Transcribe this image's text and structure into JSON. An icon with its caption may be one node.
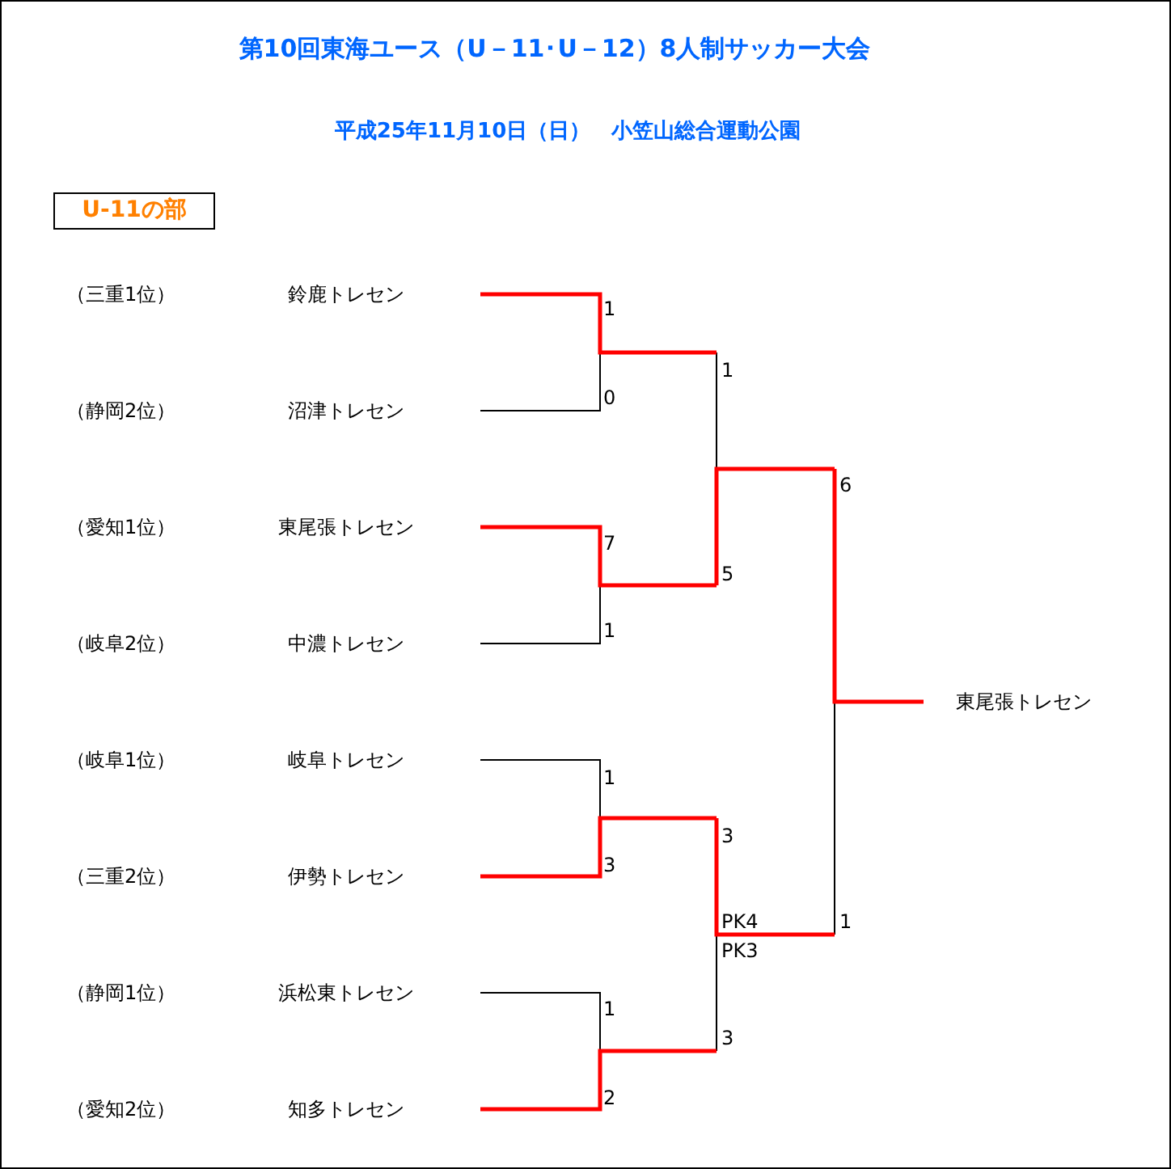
{
  "diagram": {
    "title": "第10回東海ユース（U－11･U－12）8人制サッカー大会",
    "nodes": [
      {
        "text": [
          "U-11の部"
        ]
      },
      {
        "text": [
          "鈴鹿トレセン"
        ]
      },
      {
        "text": [
          "沼津トレセン"
        ]
      },
      {
        "text": [
          "東尾張トレセン"
        ]
      },
      {
        "text": [
          "中濃トレセン"
        ]
      },
      {
        "text": [
          "岐阜トレセン"
        ]
      },
      {
        "text": [
          "伊勢トレセン"
        ]
      },
      {
        "text": [
          "浜松東トレセン"
        ]
      },
      {
        "text": [
          "知多トレセン"
        ]
      },
      {
        "text": [
          "東尾張トレセン"
        ]
      }
    ],
    "labels": [
      "平成25年11月10日（日）　小笠山総合運動公園",
      "（三重1位）",
      "（静岡2位）",
      "（愛知1位）",
      "（岐阜2位）",
      "（岐阜1位）",
      "（三重2位）",
      "（静岡1位）",
      "（愛知2位）",
      "1",
      "1",
      "0",
      "6",
      "7",
      "5",
      "1",
      "1",
      "3",
      "3",
      "PK4",
      "1",
      "PK3",
      "1",
      "3",
      "2"
    ]
  }
}
